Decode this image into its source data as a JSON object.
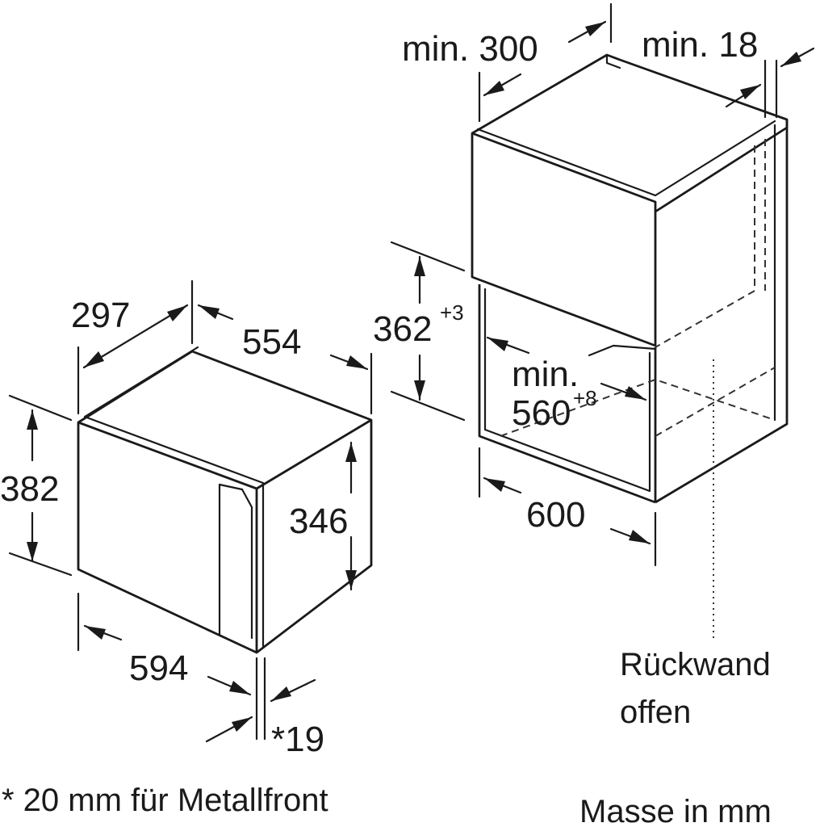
{
  "labels": {
    "oven_depth_297": "297",
    "oven_width_554": "554",
    "oven_height_382": "382",
    "oven_height_346": "346",
    "oven_front_594": "594",
    "oven_front_offset": "*19",
    "cab_min_300": "min. 300",
    "cab_min_18": "min. 18",
    "cab_height_362": "362",
    "cab_height_362_tol": "+3",
    "cab_min_word": "min.",
    "cab_width_560": "560",
    "cab_width_560_tol": "+8",
    "cab_width_600": "600",
    "back_wall_line1": "Rückwand",
    "back_wall_line2": "offen"
  },
  "footnote": "* 20 mm für Metallfront",
  "units_note": "Masse in mm"
}
